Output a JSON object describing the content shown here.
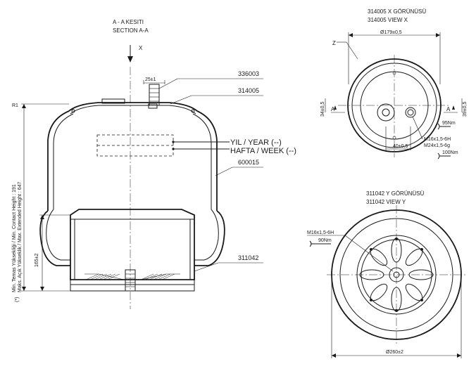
{
  "section_view": {
    "title_tr": "A - A KESITI",
    "title_en": "SECTION A-A",
    "view_arrow_label": "X",
    "dim_top": "25±1",
    "part_labels": {
      "top_fitting": "336003",
      "top_plate": "314005",
      "bellows": "600015",
      "piston": "311042"
    },
    "date_code_year": "YIL / YEAR (--)",
    "date_code_week": "HAFTA / WEEK (--)",
    "height_dim_r1": "R1",
    "vertical_text_tr": "Min. Temas Yüksekliği / Min. Contact Height : 191",
    "vertical_text_en": "Maks. Açık Yükseklik / Max. Extended Height : 647",
    "vertical_note": "(*)",
    "piston_height_dim": "165±2"
  },
  "view_x": {
    "title_tr": "314005 X GÖRÜNÜSÜ",
    "title_en": "314005 VIEW X",
    "dia_label": "Ø179±0,5",
    "z_label": "Z",
    "left_dim": "34±0,5",
    "right_dim": "39±0,5",
    "section_mark_left": "A",
    "section_mark_right": "A",
    "offset_dim": "40±0,5",
    "thread_1": "M16x1,5-6H",
    "thread_2": "M24x1,5-6g",
    "torque_1": "95Nm",
    "torque_2": "100Nm"
  },
  "view_y": {
    "title_tr": "311042 Y GÖRÜNÜSÜ",
    "title_en": "311042 VIEW Y",
    "thread": "M16x1,5-6H",
    "torque": "90Nm",
    "dia_label": "Ø260±2"
  }
}
